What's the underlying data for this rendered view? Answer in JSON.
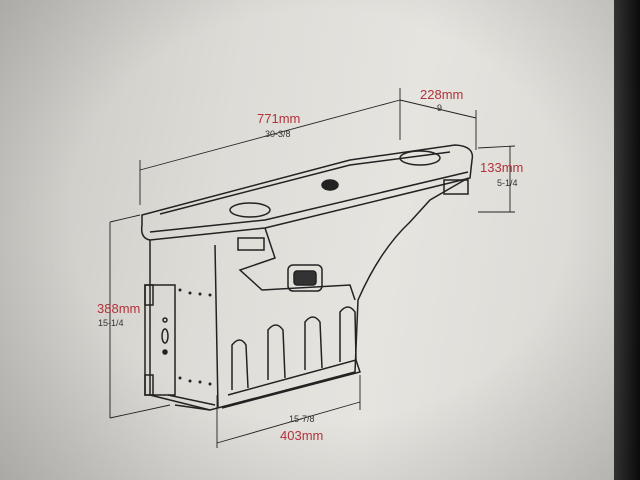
{
  "dimensions": {
    "length": {
      "metric": "771mm",
      "imperial": "30-3/8"
    },
    "depth": {
      "metric": "228mm",
      "imperial": "9"
    },
    "lid_height": {
      "metric": "133mm",
      "imperial": "5-1/4"
    },
    "height": {
      "metric": "388mm",
      "imperial": "15-1/4"
    },
    "base_length": {
      "metric": "403mm",
      "imperial": "15-7/8"
    }
  },
  "colors": {
    "metric_label": "#b0333a",
    "imperial_label": "#333333",
    "line": "#222222"
  }
}
